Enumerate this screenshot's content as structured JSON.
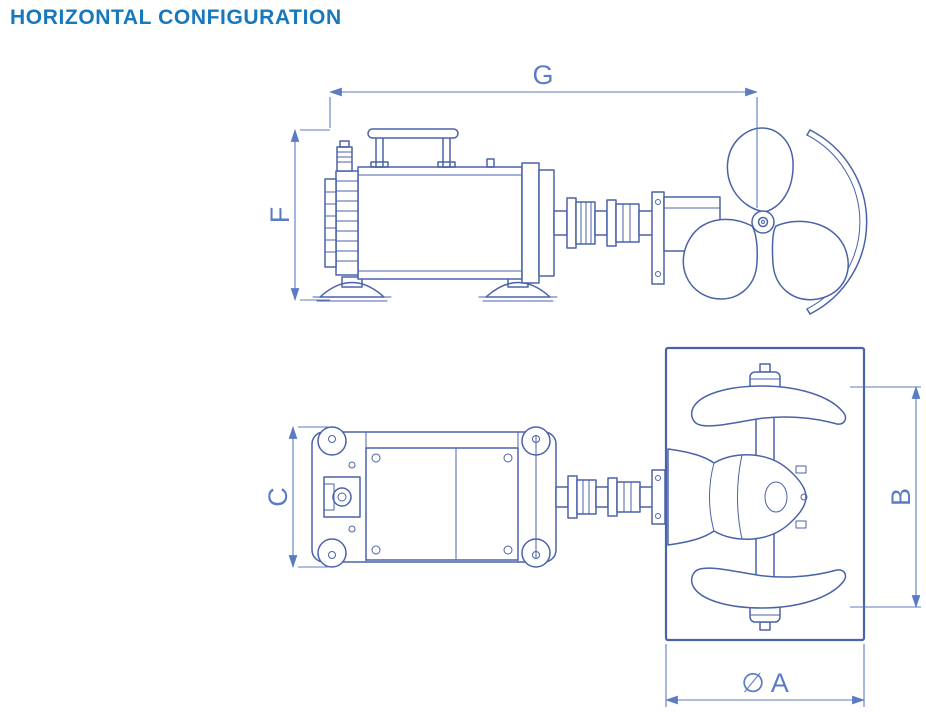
{
  "page": {
    "title": "HORIZONTAL CONFIGURATION"
  },
  "colors": {
    "title": "#1878be",
    "line": "#4a62a8",
    "dimension": "#5b7cc4"
  },
  "dimensions": {
    "g": {
      "label": "G"
    },
    "f": {
      "label": "F"
    },
    "c": {
      "label": "C"
    },
    "b": {
      "label": "B"
    },
    "a": {
      "label": "∅ A"
    }
  }
}
